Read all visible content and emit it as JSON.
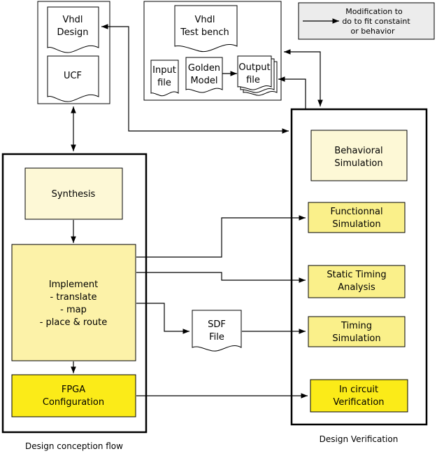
{
  "colors": {
    "pale_yellow": "#fdf8d6",
    "light_yellow": "#fcf2a8",
    "mid_yellow": "#faf08a",
    "bright_yellow": "#fbeb18",
    "legend_gray": "#ececec",
    "stroke": "#000000"
  },
  "legend": {
    "line1": "Modification to",
    "line2": "do to fit constaint",
    "line3": "or behavior"
  },
  "design_files": {
    "vhdl_design": {
      "line1": "Vhdl",
      "line2": "Design"
    },
    "ucf": {
      "label": "UCF"
    }
  },
  "test_bench": {
    "title_line1": "Vhdl",
    "title_line2": "Test bench",
    "input_file": {
      "line1": "Input",
      "line2": "file"
    },
    "golden_model": {
      "line1": "Golden",
      "line2": "Model"
    },
    "output_file": {
      "line1": "Output",
      "line2": "file"
    }
  },
  "conception": {
    "caption": "Design conception flow",
    "synthesis": "Synthesis",
    "implement": {
      "line1": "Implement",
      "line2": "- translate",
      "line3": "- map",
      "line4": "- place & route"
    },
    "fpga": {
      "line1": "FPGA",
      "line2": "Configuration"
    }
  },
  "sdf_file": {
    "line1": "SDF",
    "line2": "File"
  },
  "verification": {
    "caption": "Design Verification",
    "behavioral": {
      "line1": "Behavioral",
      "line2": "Simulation"
    },
    "functional": {
      "line1": "Functionnal",
      "line2": "Simulation"
    },
    "static_timing": {
      "line1": "Static Timing",
      "line2": "Analysis"
    },
    "timing_sim": {
      "line1": "Timing",
      "line2": "Simulation"
    },
    "in_circuit": {
      "line1": "In circuit",
      "line2": "Verification"
    }
  }
}
